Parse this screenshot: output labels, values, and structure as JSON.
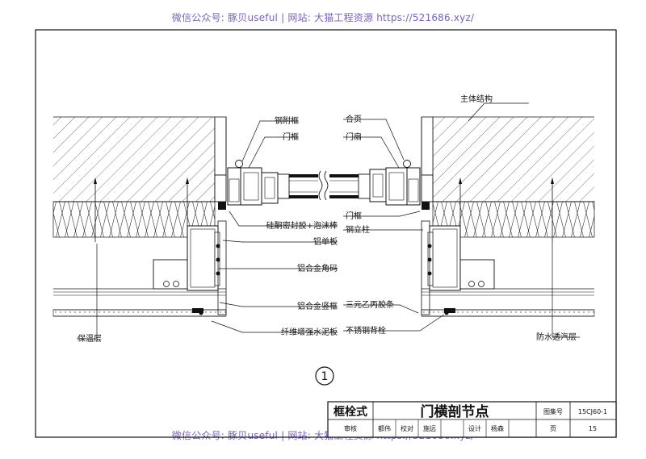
{
  "watermark_top": "微信公众号: 豚贝useful | 网站: 大猫工程资源 https://521686.xyz/",
  "watermark_bottom": "微信公众号: 豚贝useful | 网站: 大猫工程资源 https://521686.xyz/",
  "labels": {
    "steel_sub_frame": "钢附框",
    "door_frame_left": "门框",
    "hinge": "合页",
    "door_leaf": "门扇",
    "main_structure": "主体结构",
    "sealant": "硅酮密封胶+泡沫棒",
    "door_frame_right": "门框",
    "steel_column": "钢立柱",
    "aluminum_panel": "铝单板",
    "alloy_corner": "铝合金角码",
    "alloy_mullion": "铝合金竖框",
    "epdm_strip": "三元乙丙胶条",
    "insulation": "保温层",
    "frc_board": "纤维增强水泥板",
    "stainless_anchor": "不锈钢背栓",
    "waterproof_membrane": "防水透汽层"
  },
  "detail_number": "1",
  "title_block": {
    "category": "框栓式",
    "title": "门横剖节点",
    "atlas_label": "图集号",
    "atlas_number": "15CJ60-1",
    "review": "审核",
    "review_name": "都伟",
    "check": "校对",
    "check_name": "施远",
    "design": "设计",
    "design_name": "杨森",
    "page_label": "页",
    "page_number": "15"
  }
}
